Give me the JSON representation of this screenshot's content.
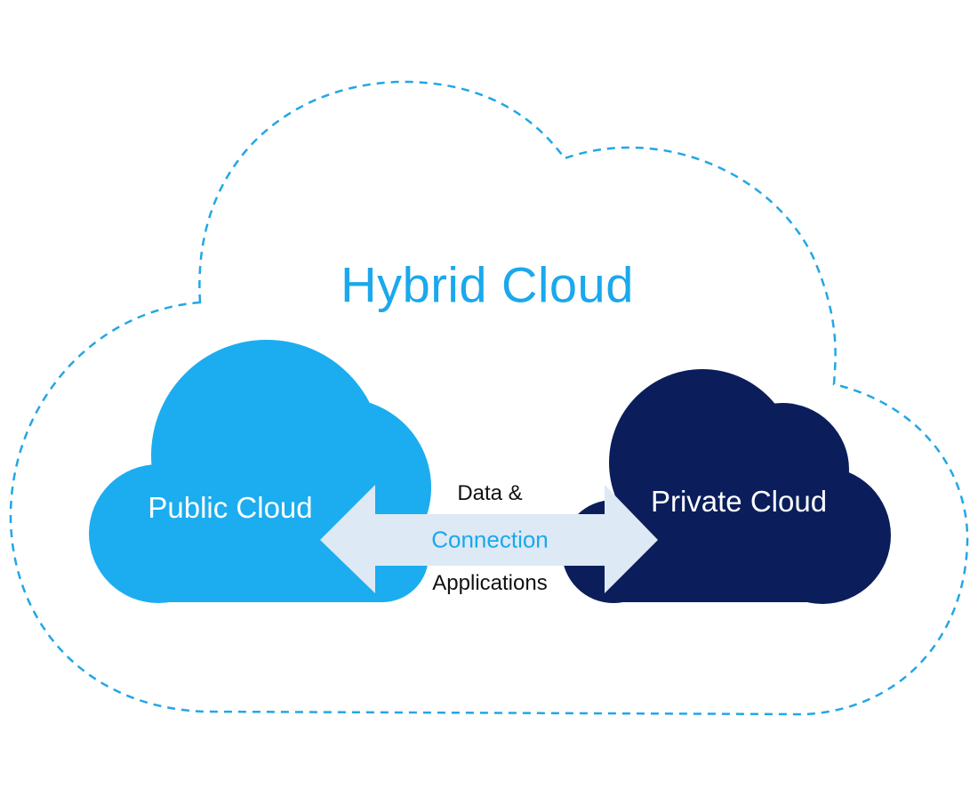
{
  "title": "Hybrid Cloud",
  "nodes": {
    "public": {
      "label": "Public Cloud"
    },
    "private": {
      "label": "Private Cloud"
    }
  },
  "link": {
    "top_label": "Data &",
    "center_label": "Connection",
    "bottom_label": "Applications"
  },
  "colors": {
    "outline": "#22a6e6",
    "title": "#1ba8ec",
    "public_fill": "#1badef",
    "private_fill": "#0b1e5b",
    "arrow_fill": "#dde9f5",
    "node_text": "#ffffff",
    "link_text": "#111111",
    "connection_text": "#1ba8ec"
  }
}
